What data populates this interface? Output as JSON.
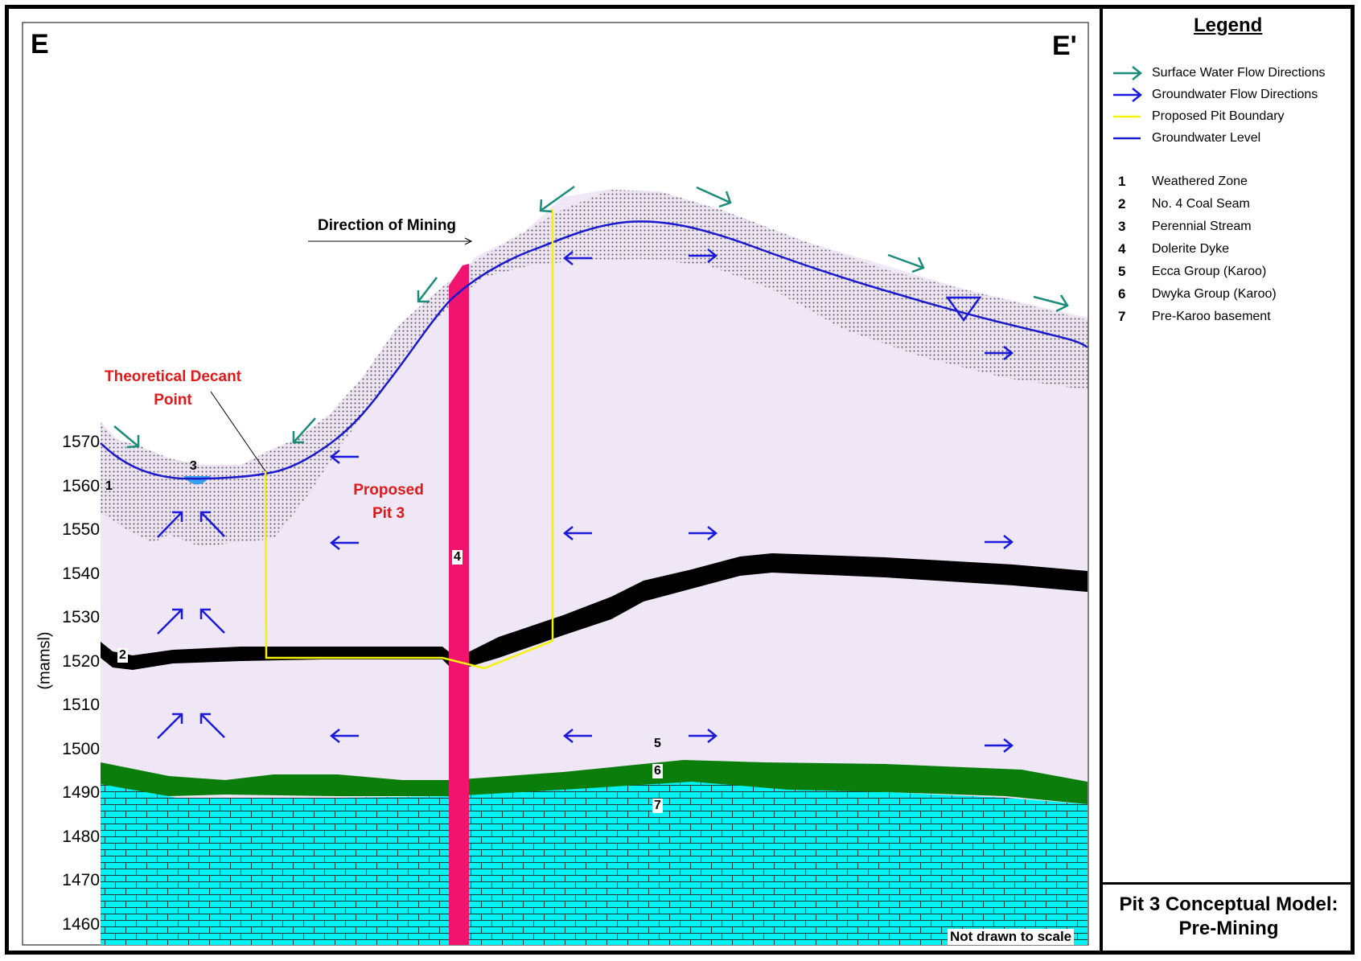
{
  "section": {
    "start_label": "E",
    "end_label": "E'"
  },
  "annotations": {
    "direction_of_mining": "Direction of Mining",
    "decant_line1": "Theoretical Decant",
    "decant_line2": "Point",
    "pit_line1": "Proposed",
    "pit_line2": "Pit 3",
    "not_to_scale": "Not drawn to scale"
  },
  "unit_numbers": {
    "weathered": "1",
    "coal": "2",
    "stream": "3",
    "dyke": "4",
    "ecca": "5",
    "dwyka": "6",
    "basement": "7"
  },
  "y_axis": {
    "label": "(mamsl)",
    "ticks": [
      "1570",
      "1560",
      "1550",
      "1540",
      "1530",
      "1520",
      "1510",
      "1500",
      "1490",
      "1480",
      "1470",
      "1460"
    ]
  },
  "legend": {
    "title": "Legend",
    "symbols": [
      {
        "label": "Surface Water Flow Directions",
        "color": "#1a8c7a",
        "icon": "arrow-icon"
      },
      {
        "label": "Groundwater Flow Directions",
        "color": "#1a1adc",
        "icon": "arrow-icon"
      },
      {
        "label": "Proposed Pit Boundary",
        "color": "#f2f20a",
        "icon": "line-icon"
      },
      {
        "label": "Groundwater Level",
        "color": "#1a1acc",
        "icon": "line-icon"
      }
    ],
    "units": [
      {
        "num": "1",
        "label": "Weathered Zone"
      },
      {
        "num": "2",
        "label": "No. 4 Coal Seam"
      },
      {
        "num": "3",
        "label": "Perennial Stream"
      },
      {
        "num": "4",
        "label": "Dolerite Dyke"
      },
      {
        "num": "5",
        "label": "Ecca Group (Karoo)"
      },
      {
        "num": "6",
        "label": "Dwyka Group (Karoo)"
      },
      {
        "num": "7",
        "label": "Pre-Karoo basement"
      }
    ]
  },
  "caption": {
    "line1": "Pit 3 Conceptual Model:",
    "line2": "Pre-Mining"
  },
  "colors": {
    "ecca": "#f0e6f6",
    "weathered_dots": "#b8b0c4",
    "coal": "#000000",
    "dwyka": "#0b7d0b",
    "basement": "#00f0f0",
    "dyke": "#f0146e",
    "pit": "#f2f20a",
    "groundwater": "#1a1acc",
    "gw_arrows": "#1a1adc",
    "sw_arrows": "#1a8c7a",
    "red_text": "#e01a1a",
    "stream": "#3aa0f0"
  }
}
